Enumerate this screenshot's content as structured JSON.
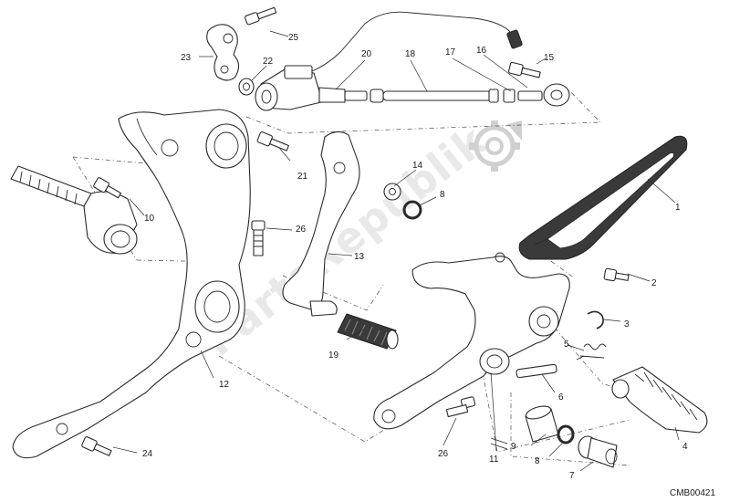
{
  "diagram": {
    "code": "CMB00421",
    "watermark": "PartsRepublik",
    "callouts": [
      {
        "id": "1",
        "label": "1"
      },
      {
        "id": "2",
        "label": "2"
      },
      {
        "id": "3",
        "label": "3"
      },
      {
        "id": "4",
        "label": "4"
      },
      {
        "id": "5",
        "label": "5"
      },
      {
        "id": "6",
        "label": "6"
      },
      {
        "id": "7",
        "label": "7"
      },
      {
        "id": "8a",
        "label": "8"
      },
      {
        "id": "8b",
        "label": "8"
      },
      {
        "id": "9",
        "label": "9"
      },
      {
        "id": "10",
        "label": "10"
      },
      {
        "id": "11",
        "label": "11"
      },
      {
        "id": "12",
        "label": "12"
      },
      {
        "id": "13",
        "label": "13"
      },
      {
        "id": "14",
        "label": "14"
      },
      {
        "id": "15",
        "label": "15"
      },
      {
        "id": "16",
        "label": "16"
      },
      {
        "id": "17",
        "label": "17"
      },
      {
        "id": "18",
        "label": "18"
      },
      {
        "id": "19",
        "label": "19"
      },
      {
        "id": "20",
        "label": "20"
      },
      {
        "id": "21",
        "label": "21"
      },
      {
        "id": "22",
        "label": "22"
      },
      {
        "id": "23",
        "label": "23"
      },
      {
        "id": "24",
        "label": "24"
      },
      {
        "id": "25",
        "label": "25"
      },
      {
        "id": "26a",
        "label": "26"
      },
      {
        "id": "26b",
        "label": "26"
      }
    ]
  }
}
